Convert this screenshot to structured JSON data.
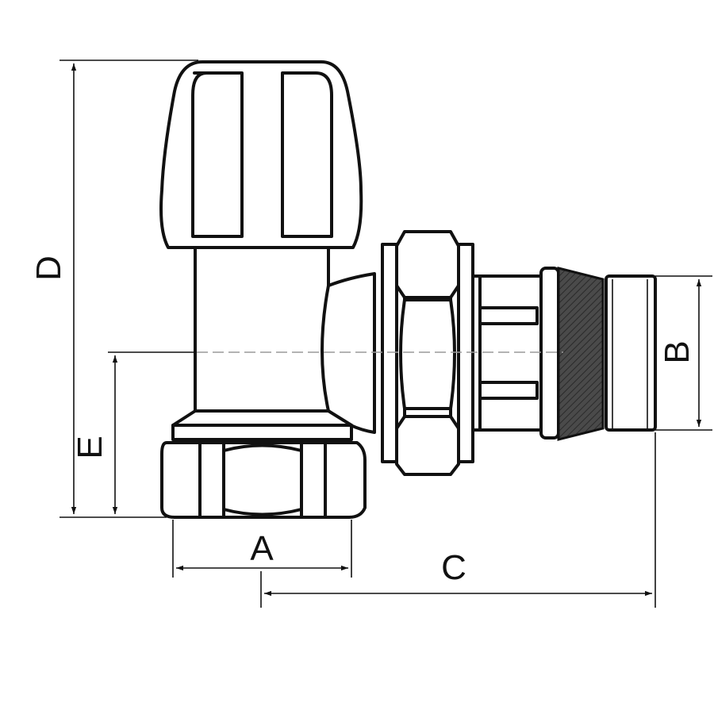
{
  "labels": {
    "A": "A",
    "B": "B",
    "C": "C",
    "D": "D",
    "E": "E"
  },
  "colors": {
    "line": "#111111",
    "knurl": "#4a4a4a",
    "centerline": "#9a9a9a",
    "background": "#ffffff"
  }
}
